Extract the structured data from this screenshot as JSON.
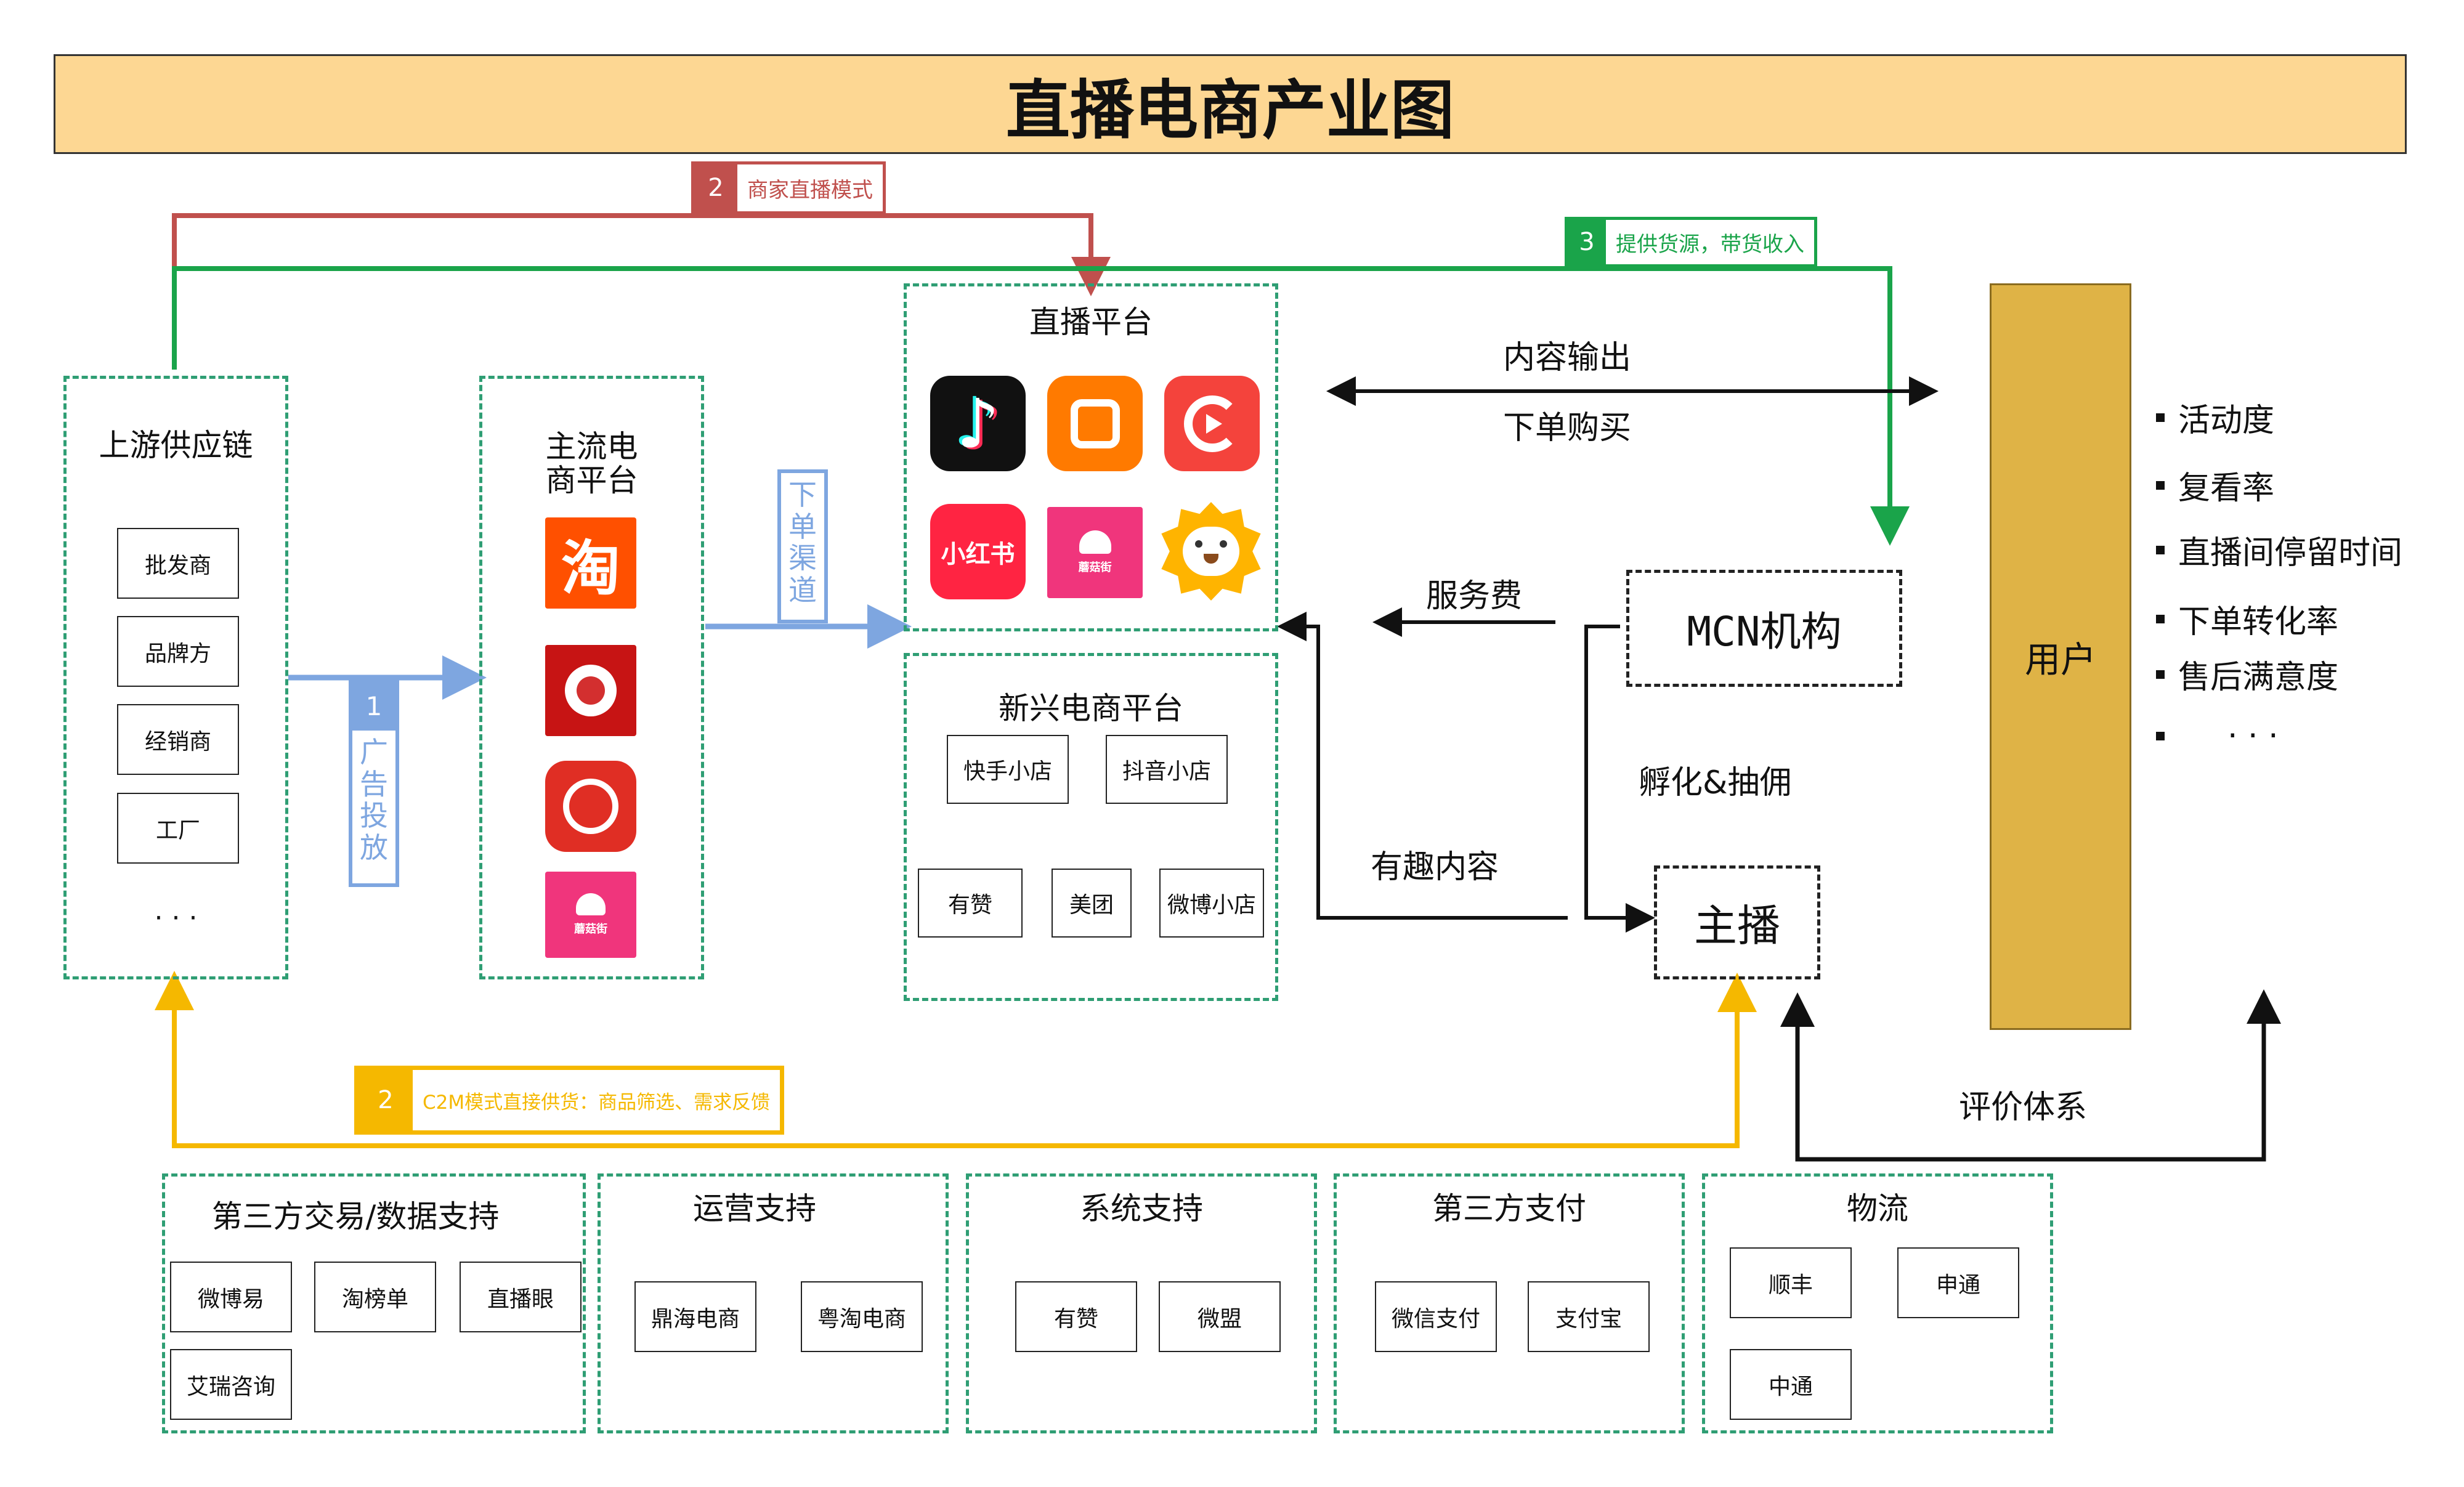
{
  "title": "直播电商产业图",
  "upstream": {
    "title": "上游供应链",
    "items": [
      "批发商",
      "品牌方",
      "经销商",
      "工厂"
    ],
    "more": "· · ·"
  },
  "mainstream": {
    "title_line1": "主流电",
    "title_line2": "商平台",
    "logos": [
      "taobao-logo",
      "jd-logo",
      "pinduoduo-logo",
      "mogujie-logo"
    ]
  },
  "live_platform": {
    "title": "直播平台",
    "logos": [
      "douyin-logo",
      "kuaishou-logo",
      "huoshan-logo",
      "xiaohongshu-logo",
      "mogujie-logo",
      "suning-logo"
    ],
    "xiaohongshu_text": "小红书",
    "mogujie_text": "蘑菇街"
  },
  "emerging": {
    "title": "新兴电商平台",
    "items": [
      "快手小店",
      "抖音小店",
      "有赞",
      "美团",
      "微博小店"
    ]
  },
  "mcn": "MCN机构",
  "anchor": "主播",
  "user": "用户",
  "metrics": [
    "活动度",
    "复看率",
    "直播间停留时间",
    "下单转化率",
    "售后满意度",
    "· · ·"
  ],
  "labels": {
    "content_output": "内容输出",
    "order_purchase": "下单购买",
    "service_fee": "服务费",
    "incubation": "孵化&抽佣",
    "interesting_content": "有趣内容",
    "evaluation": "评价体系"
  },
  "badges": {
    "merchant_live": {
      "num": "2",
      "text": "商家直播模式",
      "color": "#c0504d"
    },
    "supply": {
      "num": "3",
      "text": "提供货源，带货收入",
      "color": "#1aa44a"
    },
    "c2m": {
      "num": "2",
      "text": "C2M模式直接供货：商品筛选、需求反馈",
      "color": "#f5b800"
    },
    "ad": {
      "num": "1",
      "text": "广告投放",
      "color": "#7ea6e0"
    },
    "order_channel": {
      "text": "下单渠道",
      "color": "#7ea6e0"
    }
  },
  "support": [
    {
      "title": "第三方交易/数据支持",
      "items": [
        "微博易",
        "淘榜单",
        "直播眼",
        "艾瑞咨询"
      ]
    },
    {
      "title": "运营支持",
      "items": [
        "鼎海电商",
        "粤淘电商"
      ]
    },
    {
      "title": "系统支持",
      "items": [
        "有赞",
        "微盟"
      ]
    },
    {
      "title": "第三方支付",
      "items": [
        "微信支付",
        "支付宝"
      ]
    },
    {
      "title": "物流",
      "items": [
        "顺丰",
        "申通",
        "中通"
      ]
    }
  ]
}
